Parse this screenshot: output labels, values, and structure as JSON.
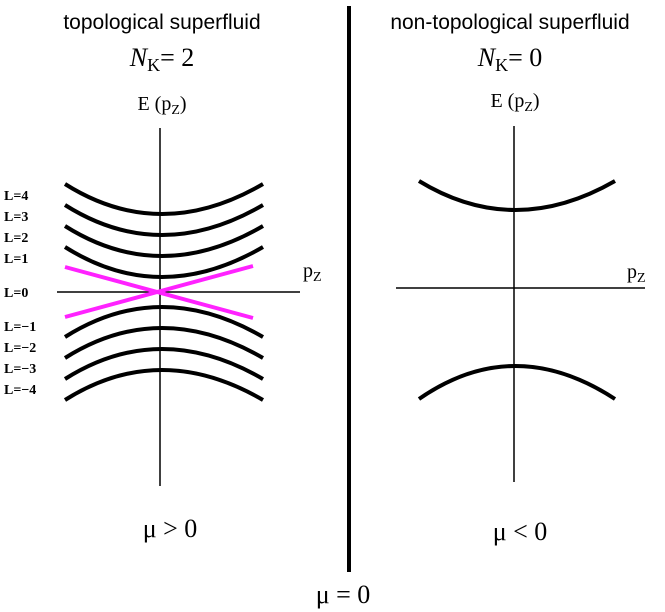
{
  "left_panel": {
    "title": "topological superfluid",
    "invariant_symbol": "N",
    "invariant_subscript": "K",
    "invariant_relation": "= 2",
    "energy_axis_label": "E (p",
    "energy_axis_subscript": "Z",
    "energy_axis_close": ")",
    "momentum_axis_label": "p",
    "momentum_axis_subscript": "Z",
    "condition": "μ > 0",
    "levels": [
      {
        "label": "L=4",
        "L": 4
      },
      {
        "label": "L=3",
        "L": 3
      },
      {
        "label": "L=2",
        "L": 2
      },
      {
        "label": "L=1",
        "L": 1
      },
      {
        "label": "L=0",
        "L": 0
      },
      {
        "label": "L=−1",
        "L": -1
      },
      {
        "label": "L=−2",
        "L": -2
      },
      {
        "label": "L=−3",
        "L": -3
      },
      {
        "label": "L=−4",
        "L": -4
      }
    ]
  },
  "right_panel": {
    "title": "non-topological superfluid",
    "invariant_symbol": "N",
    "invariant_subscript": "K",
    "invariant_relation": "= 0",
    "energy_axis_label": "E (p",
    "energy_axis_subscript": "Z",
    "energy_axis_close": ")",
    "momentum_axis_label": "p",
    "momentum_axis_subscript": "Z",
    "condition": "μ < 0"
  },
  "divider_label": "μ = 0",
  "colors": {
    "curves": "#000000",
    "zero_mode": "#ff22ff",
    "axes": "#000000"
  }
}
